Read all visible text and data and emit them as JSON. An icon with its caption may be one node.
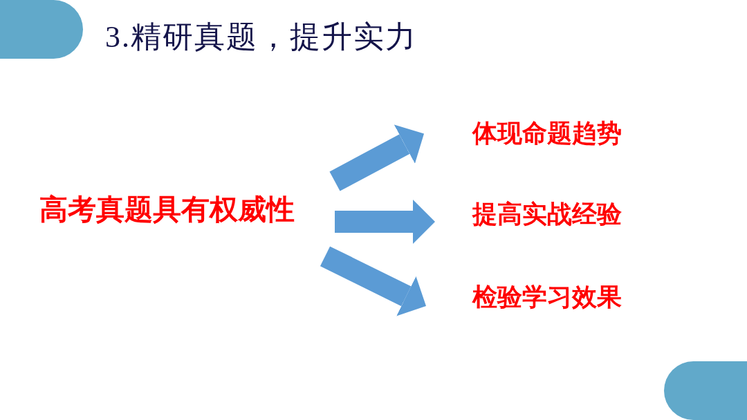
{
  "diagram": {
    "title": "3.精研真题，提升实力",
    "nodes": [
      {
        "text": [
          "高考真题具有权威性"
        ]
      },
      {
        "text": [
          "体现命题趋势"
        ]
      },
      {
        "text": [
          "提高实战经验"
        ]
      },
      {
        "text": [
          "检验学习效果"
        ]
      }
    ],
    "edges": [
      {
        "from": 0,
        "to": 1,
        "arrow": "to"
      },
      {
        "from": 0,
        "to": 2,
        "arrow": "to"
      },
      {
        "from": 0,
        "to": 3,
        "arrow": "to"
      }
    ]
  }
}
